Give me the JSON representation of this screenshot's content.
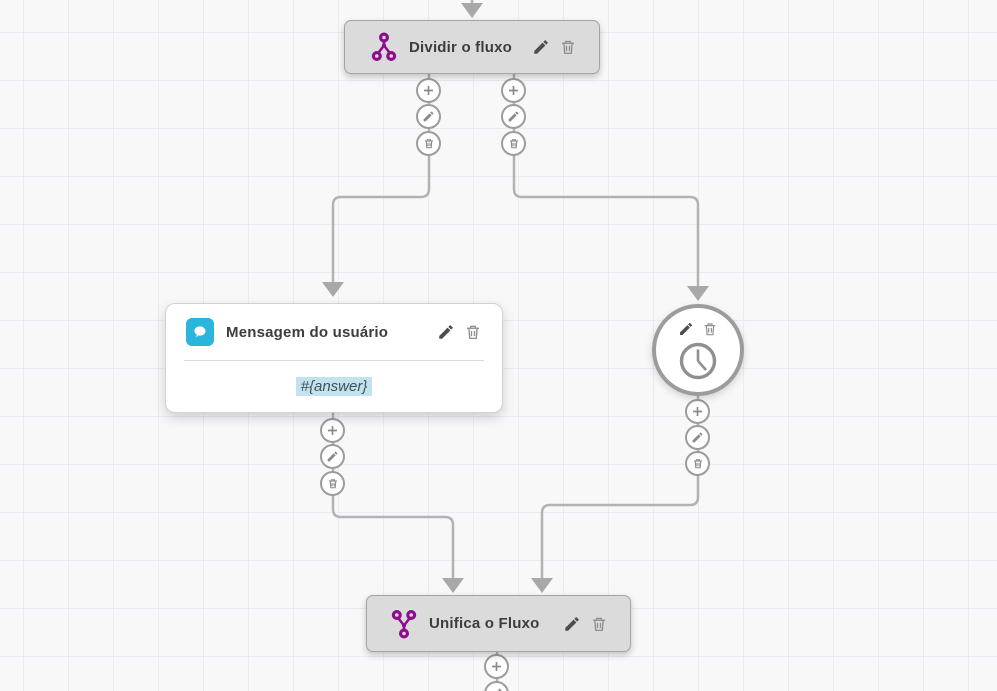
{
  "canvas": {
    "type": "flow-builder-grid",
    "background": "#f8f8f9",
    "grid_line_color": "#e9ecf3"
  },
  "colors": {
    "accent_purple": "#8e0d8e",
    "accent_blue": "#2ab5dd",
    "variable_highlight": "#c3e2f0",
    "node_gray": "#dbdbdb",
    "connector_gray": "#b2b2b2"
  },
  "nodes": {
    "split": {
      "title": "Dividir o fluxo",
      "icon": "split-flow-icon"
    },
    "user_message": {
      "title": "Mensagem do usuário",
      "variable": "#{answer}",
      "icon": "chat-bubble-icon"
    },
    "timer": {
      "icon": "clock-icon"
    },
    "merge": {
      "title": "Unifica o Fluxo",
      "icon": "merge-flow-icon"
    }
  },
  "icons": {
    "add": "plus-icon",
    "edit": "pencil-icon",
    "delete": "trash-icon"
  }
}
